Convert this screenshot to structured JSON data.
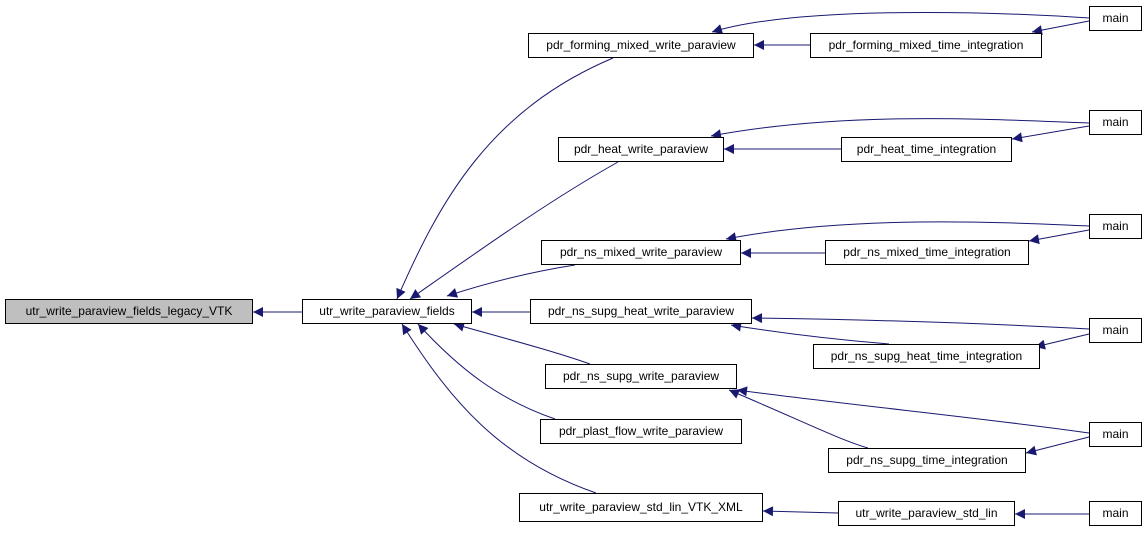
{
  "graph": {
    "edge_color": "#191970",
    "root_fill": "#bfbfbf",
    "nodes": {
      "legacy": "utr_write_paraview_fields_legacy_VTK",
      "fields": "utr_write_paraview_fields",
      "forming_write": "pdr_forming_mixed_write_paraview",
      "heat_write": "pdr_heat_write_paraview",
      "ns_mixed_write": "pdr_ns_mixed_write_paraview",
      "supg_heat_write": "pdr_ns_supg_heat_write_paraview",
      "supg_write": "pdr_ns_supg_write_paraview",
      "plast_write": "pdr_plast_flow_write_paraview",
      "std_lin_xml": "utr_write_paraview_std_lin_VTK_XML",
      "forming_time": "pdr_forming_mixed_time_integration",
      "heat_time": "pdr_heat_time_integration",
      "ns_mixed_time": "pdr_ns_mixed_time_integration",
      "supg_heat_time": "pdr_ns_supg_heat_time_integration",
      "supg_time": "pdr_ns_supg_time_integration",
      "std_lin": "utr_write_paraview_std_lin",
      "main1": "main",
      "main2": "main",
      "main3": "main",
      "main4": "main",
      "main5": "main",
      "main6": "main"
    }
  }
}
